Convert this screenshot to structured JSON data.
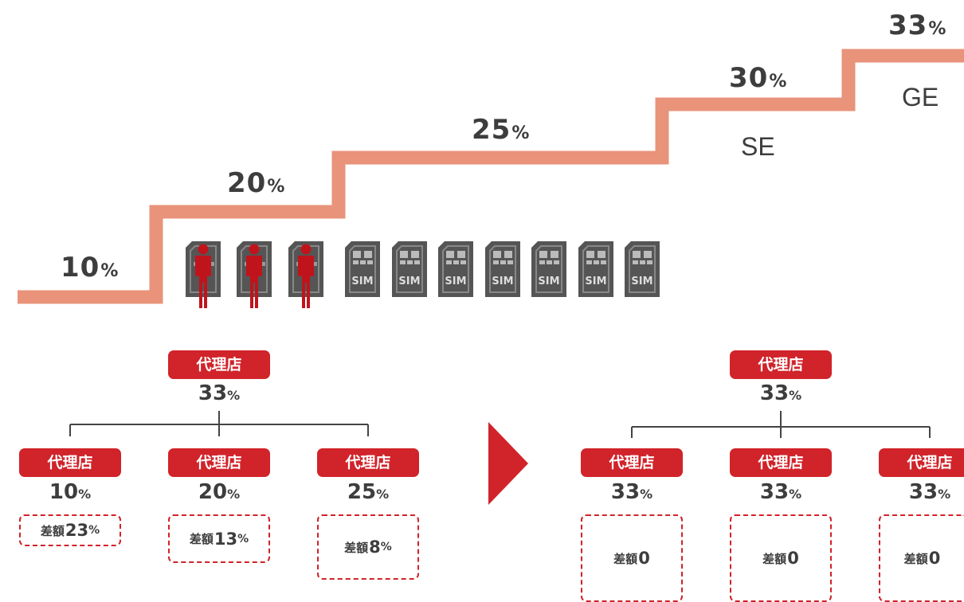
{
  "staircase": {
    "steps": [
      {
        "value": "10",
        "unit": "%"
      },
      {
        "value": "20",
        "unit": "%"
      },
      {
        "value": "25",
        "unit": "%"
      },
      {
        "value": "30",
        "unit": "%"
      },
      {
        "value": "33",
        "unit": "%"
      }
    ],
    "levels": [
      "SE",
      "GE"
    ],
    "line_color": "#e8937a"
  },
  "icons": {
    "person_sim_count": 3,
    "sim_count": 7,
    "sim_label": "SIM",
    "person_color": "#c0141c",
    "sim_color": "#555555"
  },
  "before": {
    "parent": {
      "label": "代理店",
      "value": "33",
      "unit": "%"
    },
    "children": [
      {
        "label": "代理店",
        "value": "10",
        "unit": "%",
        "diff_label": "差額",
        "diff_value": "23",
        "diff_unit": "%"
      },
      {
        "label": "代理店",
        "value": "20",
        "unit": "%",
        "diff_label": "差額",
        "diff_value": "13",
        "diff_unit": "%"
      },
      {
        "label": "代理店",
        "value": "25",
        "unit": "%",
        "diff_label": "差額",
        "diff_value": "8",
        "diff_unit": "%"
      }
    ]
  },
  "after": {
    "parent": {
      "label": "代理店",
      "value": "33",
      "unit": "%"
    },
    "children": [
      {
        "label": "代理店",
        "value": "33",
        "unit": "%",
        "diff_label": "差額",
        "diff_value": "0"
      },
      {
        "label": "代理店",
        "value": "33",
        "unit": "%",
        "diff_label": "差額",
        "diff_value": "0"
      },
      {
        "label": "代理店",
        "value": "33",
        "unit": "%",
        "diff_label": "差額",
        "diff_value": "0"
      }
    ]
  },
  "colors": {
    "accent": "#d1232a",
    "text": "#3d3d3d"
  }
}
